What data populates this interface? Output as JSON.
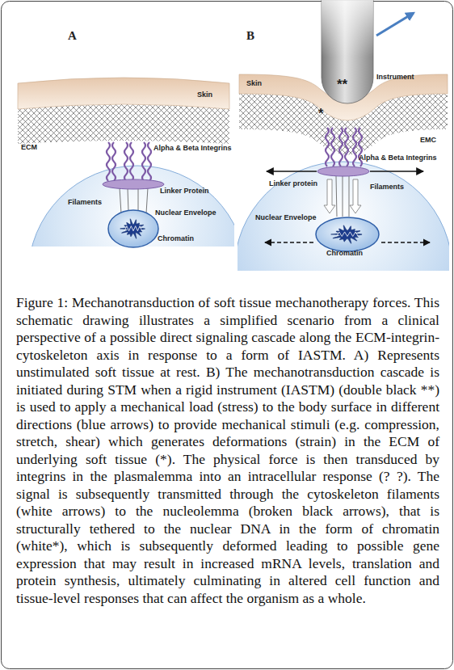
{
  "diagram": {
    "caption": "Figure 1: Mechanotransduction of soft tissue mechanotherapy forces. This schematic drawing illustrates a simplified scenario from a clinical perspective of a possible direct signaling cascade along the ECM-integrin-cytoskeleton axis in response to a form of IASTM. A) Represents unstimulated soft tissue at rest. B) The mechanotransduction cascade is initiated during STM when a rigid instrument (IASTM) (double black **) is used to apply a mechanical load (stress) to the body surface in different directions (blue arrows) to provide mechanical stimuli (e.g. compression, stretch, shear) which generates deformations (strain) in the ECM of underlying soft tissue (*). The physical force is then transduced by integrins in the plasmalemma into an intracellular response (? ?). The signal is subsequently transmitted through the cytoskeleton filaments (white arrows) to the nucleolemma (broken black arrows), that is structurally tethered to the nuclear DNA in the form of chromatin (white*), which is subsequently deformed leading to possible gene expression that may result in increased mRNA levels, translation and protein synthesis, ultimately culminating in altered cell function and tissue-level responses that can affect the organism as a whole.",
    "nodes": [
      {
        "text": [
          "Skin"
        ]
      },
      {
        "text": [
          "Chromatin"
        ]
      },
      {
        "text": [
          "**"
        ]
      },
      {
        "text": [
          "Skin"
        ]
      },
      {
        "text": [
          "Chromatin"
        ]
      }
    ],
    "labels": [
      "A",
      "ECM",
      "Alpha & Beta Integrins",
      "Linker Protein",
      "Filaments",
      "Nuclear Envelope",
      "B",
      "Instrument",
      "*",
      "EMC",
      "Alpha & Beta Integrins",
      "Linker protein",
      "Filaments",
      "Nuclear Envelope"
    ]
  }
}
